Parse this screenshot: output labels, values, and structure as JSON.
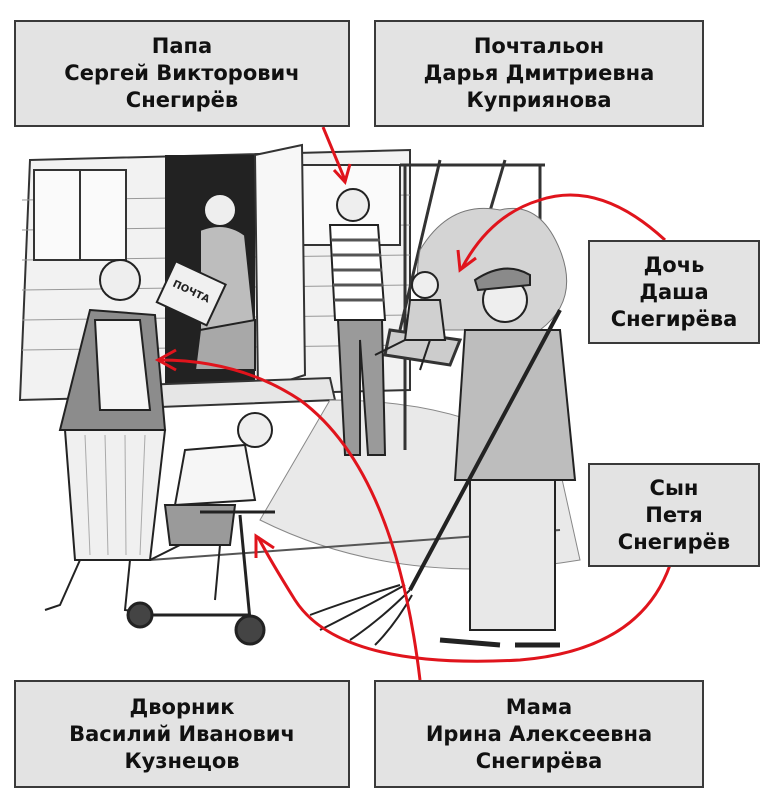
{
  "labels": {
    "papa": {
      "line1": "Папа",
      "line2": "Сергей  Викторович",
      "line3": "Снегирёв"
    },
    "postman": {
      "line1": "Почтальон",
      "line2": "Дарья  Дмитриевна",
      "line3": "Куприянова"
    },
    "daughter": {
      "line1": "Дочь",
      "line2": "Даша",
      "line3": "Снегирёва"
    },
    "son": {
      "line1": "Сын",
      "line2": "Петя",
      "line3": "Снегирёв"
    },
    "janitor": {
      "line1": "Дворник",
      "line2": "Василий  Иванович",
      "line3": "Кузнецов"
    },
    "mama": {
      "line1": "Мама",
      "line2": "Ирина  Алексеевна",
      "line3": "Снегирёва"
    }
  },
  "bag_text": "ПОЧТА",
  "colors": {
    "arrow": "#e0141c",
    "box_fill": "#e3e3e3",
    "box_border": "#3a3a3a",
    "ink": "#1a1a1a"
  }
}
